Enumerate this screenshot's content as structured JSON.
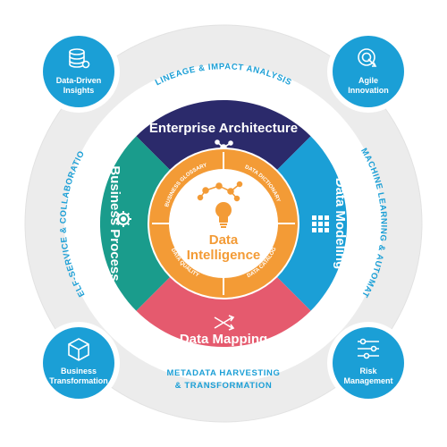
{
  "outer_ring": {
    "top": "LINEAGE & IMPACT ANALYSIS",
    "left": "SELF-SERVICE & COLLABORATION",
    "right": "AI, MACHINE LEARNING & AUTOMATION",
    "bottom_line1": "METADATA HARVESTING",
    "bottom_line2": "& TRANSFORMATION"
  },
  "corner_badges": {
    "top_left": {
      "line1": "Data-Driven",
      "line2": "Insights",
      "icon": "database-gear-icon"
    },
    "top_right": {
      "line1": "Agile",
      "line2": "Innovation",
      "icon": "target-cursor-icon"
    },
    "bottom_left": {
      "line1": "Business",
      "line2": "Transformation",
      "icon": "cube-icon"
    },
    "bottom_right": {
      "line1": "Risk",
      "line2": "Management",
      "icon": "sliders-icon"
    }
  },
  "segments": {
    "top": {
      "label": "Enterprise Architecture",
      "icon": "network-nodes-icon",
      "color": "#2b2a6b"
    },
    "right": {
      "label": "Data Modeling",
      "icon": "grid-blocks-icon",
      "color": "#1b9fd6"
    },
    "bottom": {
      "label": "Data Mapping",
      "icon": "mapping-arrows-icon",
      "color": "#e55a6e"
    },
    "left": {
      "label": "Business Process",
      "icon": "gear-icon",
      "color": "#1a9c8c"
    }
  },
  "inner_ring": {
    "top_left": "BUSINESS GLOSSARY",
    "top_right": "DATA DICTIONARY",
    "bottom_left": "DATA QUALITY",
    "bottom_right": "DATA CATALOG",
    "color": "#f39b36"
  },
  "center": {
    "line1": "Data",
    "line2": "Intelligence",
    "icon": "lightbulb-icon",
    "color": "#f39b36"
  },
  "colors": {
    "badge": "#1b9fd6",
    "ring": "#ececec",
    "ring_text": "#1b9fd6"
  }
}
